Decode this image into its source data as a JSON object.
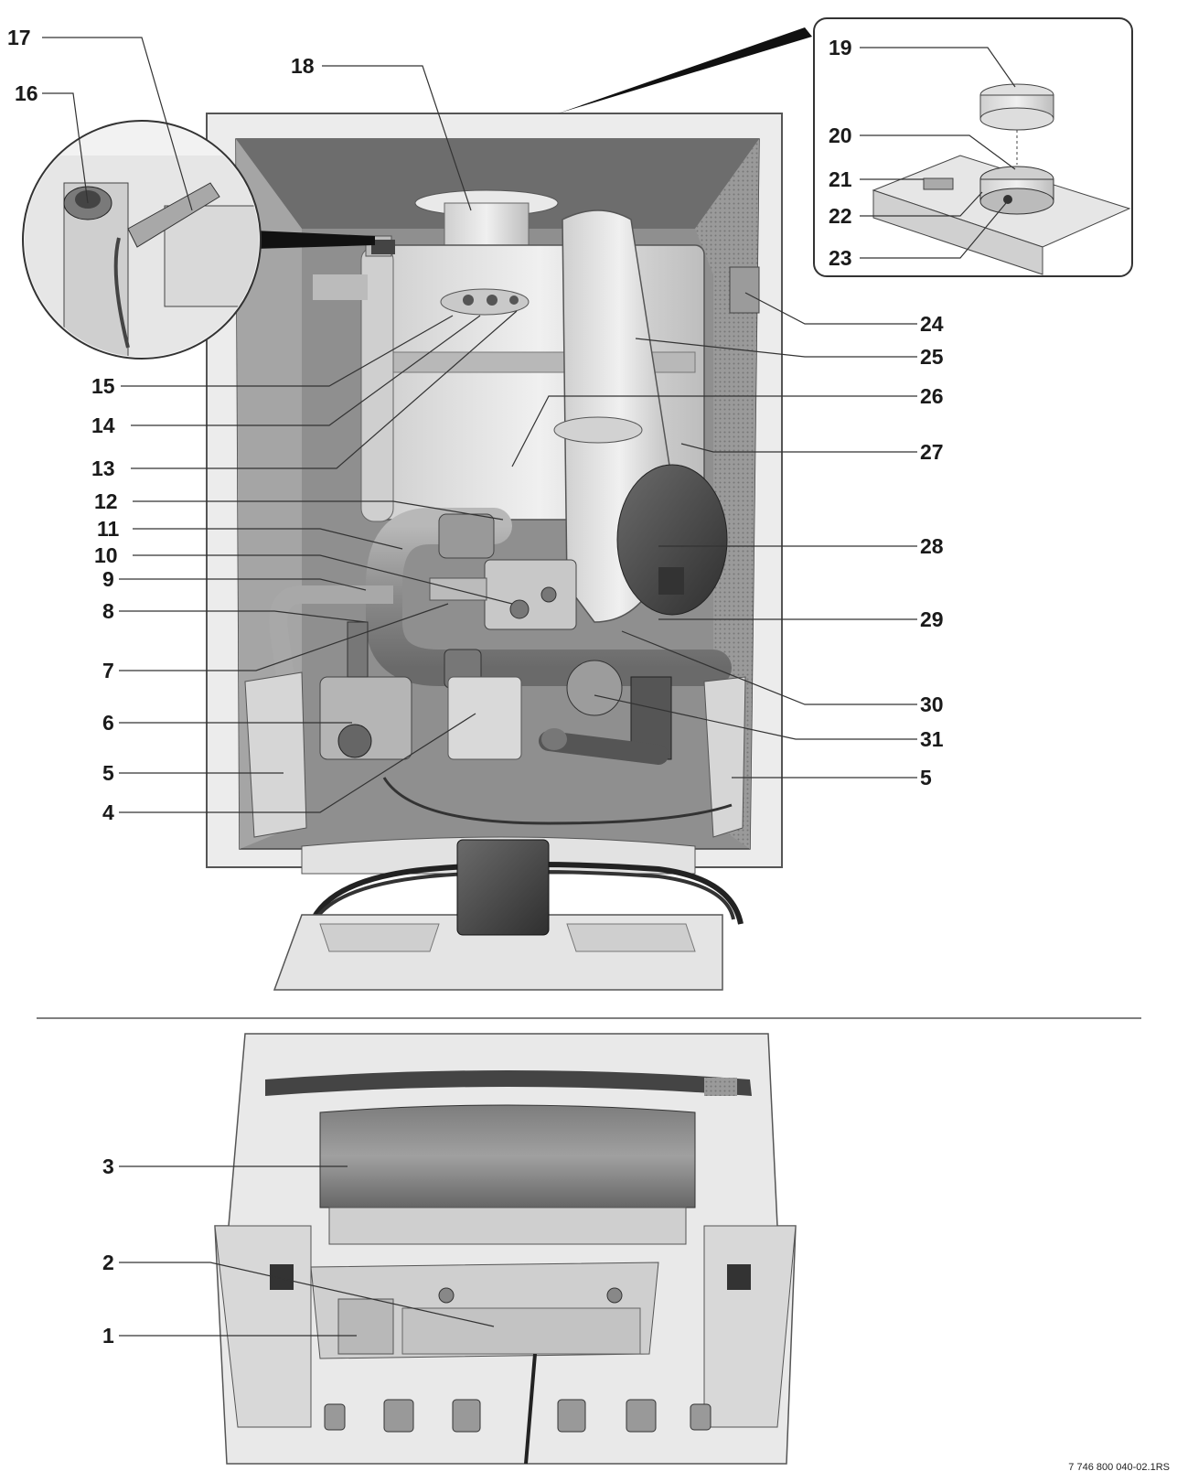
{
  "labels": {
    "l1": "1",
    "l2": "2",
    "l3": "3",
    "l4": "4",
    "l5a": "5",
    "l5b": "5",
    "l6": "6",
    "l7": "7",
    "l8": "8",
    "l9": "9",
    "l10": "10",
    "l11": "11",
    "l12": "12",
    "l13": "13",
    "l14": "14",
    "l15": "15",
    "l16": "16",
    "l17": "17",
    "l18": "18",
    "l19": "19",
    "l20": "20",
    "l21": "21",
    "l22": "22",
    "l23": "23",
    "l24": "24",
    "l25": "25",
    "l26": "26",
    "l27": "27",
    "l28": "28",
    "l29": "29",
    "l30": "30",
    "l31": "31"
  },
  "reference": "7 746 800 040-02.1RS",
  "colors": {
    "panel": "#e6e6e6",
    "cavity": "#8c8c8c",
    "metal": "#d9d9d9",
    "pipe": "#8a8a8a",
    "dark": "#4a4a4a",
    "line": "#333333"
  }
}
